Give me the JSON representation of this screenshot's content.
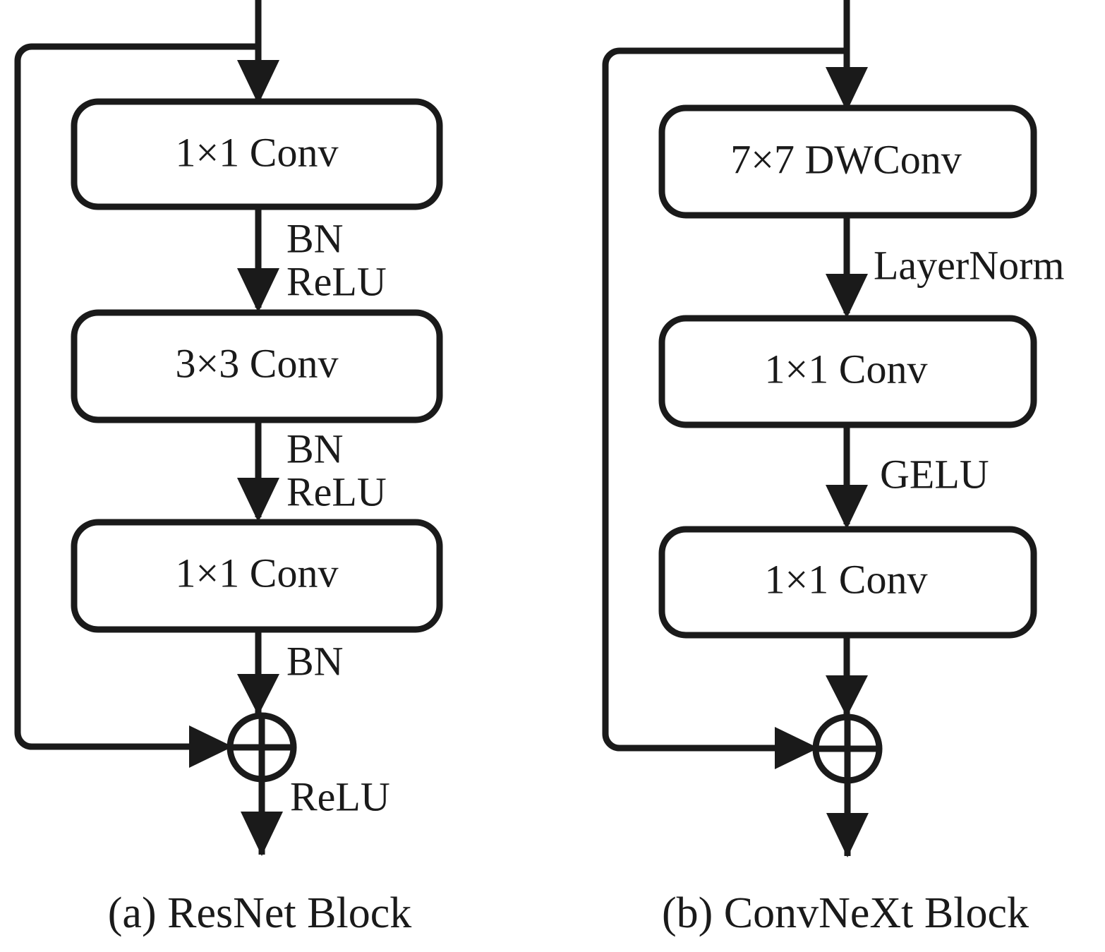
{
  "figure": {
    "background_color": "#ffffff",
    "stroke_color": "#1a1a1a",
    "panels": [
      {
        "id": "resnet",
        "caption": "(a) ResNet Block",
        "blocks": [
          {
            "label": "1×1 Conv"
          },
          {
            "label": "3×3 Conv"
          },
          {
            "label": "1×1 Conv"
          }
        ],
        "edge_labels": [
          {
            "lines": [
              "BN",
              "ReLU"
            ]
          },
          {
            "lines": [
              "BN",
              "ReLU"
            ]
          },
          {
            "lines": [
              "BN"
            ]
          },
          {
            "lines": [
              "ReLU"
            ]
          }
        ],
        "residual_op": "plus-circle",
        "has_skip_connection": true
      },
      {
        "id": "convnext",
        "caption": "(b) ConvNeXt Block",
        "blocks": [
          {
            "label": "7×7 DWConv"
          },
          {
            "label": "1×1 Conv"
          },
          {
            "label": "1×1 Conv"
          }
        ],
        "edge_labels": [
          {
            "lines": [
              "LayerNorm"
            ]
          },
          {
            "lines": [
              "GELU"
            ]
          }
        ],
        "residual_op": "plus-circle",
        "has_skip_connection": true
      }
    ]
  },
  "a": {
    "caption": "(a) ResNet Block",
    "block1": "1×1 Conv",
    "block2": "3×3 Conv",
    "block3": "1×1 Conv",
    "label_bn_1": "BN",
    "label_relu_1": "ReLU",
    "label_bn_2": "BN",
    "label_relu_2": "ReLU",
    "label_bn_3": "BN",
    "label_relu_out": "ReLU"
  },
  "b": {
    "caption": "(b) ConvNeXt Block",
    "block1": "7×7 DWConv",
    "block2": "1×1 Conv",
    "block3": "1×1 Conv",
    "label_layernorm": "LayerNorm",
    "label_gelu": "GELU"
  }
}
